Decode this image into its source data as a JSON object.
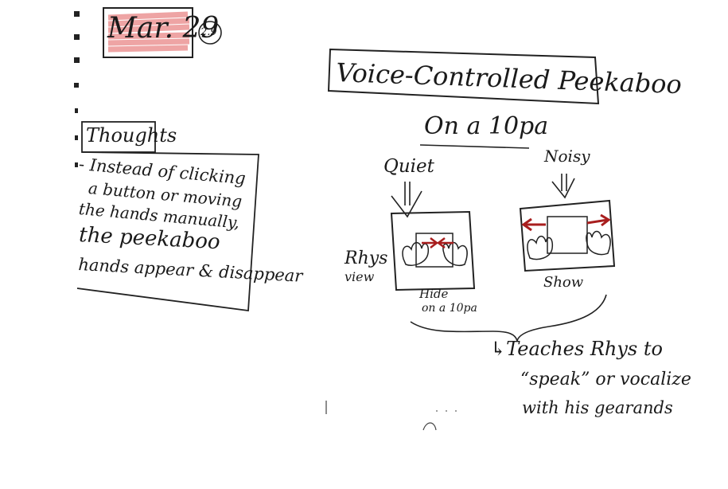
{
  "header": {
    "date": "Mar. 29",
    "page_badge": "2.9",
    "date_highlight_color": "#e05a5a"
  },
  "title": {
    "text": "Voice-Controlled Peekaboo",
    "subtitle": "On a 10pa"
  },
  "thoughts": {
    "heading": "Thoughts",
    "lines": [
      "- Instead of clicking",
      "a button or moving",
      "the hands manually,",
      "the peekaboo",
      "hands appear & disappear"
    ]
  },
  "diagram": {
    "quiet_label": "Quiet",
    "noisy_label": "Noisy",
    "view_label_1": "Rhys",
    "view_label_2": "view",
    "hide_label_1": "Hide",
    "hide_label_2": "on a 10pa",
    "show_label": "Show",
    "arrow_color": "#a81e1e"
  },
  "outcome": {
    "lines": [
      "↳Teaches Rhys to",
      "“speak” or vocalize",
      "with his gearands"
    ]
  }
}
